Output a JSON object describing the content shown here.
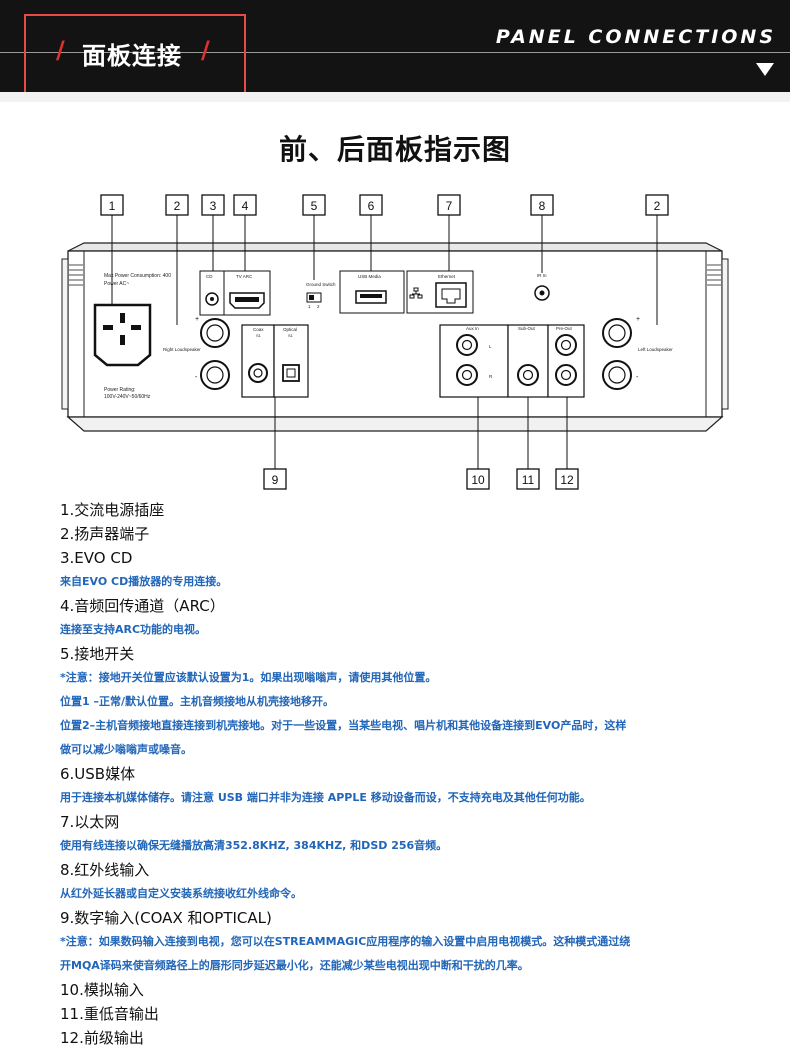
{
  "header": {
    "title_cn": "面板连接",
    "title_en": "PANEL CONNECTIONS",
    "slash": "/"
  },
  "main_title": "前、后面板指示图",
  "diagram": {
    "callouts": {
      "c1": "1",
      "c2a": "2",
      "c3": "3",
      "c4": "4",
      "c5": "5",
      "c6": "6",
      "c7": "7",
      "c8": "8",
      "c2b": "2",
      "c9": "9",
      "c10": "10",
      "c11": "11",
      "c12": "12"
    },
    "panel_labels": {
      "power_consumption": "Max Power Consumption: 400",
      "power_ac": "Power AC~",
      "cd": "CD",
      "tv_arc": "TV ARC",
      "ground_switch": "Ground Switch",
      "gs_1": "1",
      "gs_2": "2",
      "usb_media": "USB Media",
      "ethernet": "Ethernet",
      "ir_in": "IR In",
      "right_loudspeaker": "Right Loudspeaker",
      "left_loudspeaker": "Left Loudspeaker",
      "plus": "+",
      "minus": "-",
      "coax": "Coax",
      "coax_num": "S1",
      "optical": "Optical",
      "optical_num": "S1",
      "aux_in": "Aux In",
      "aux_l": "L",
      "aux_r": "R",
      "sub_out": "Sub-Out",
      "pre_out": "Pre-Out",
      "power_rating": "Power Rating:",
      "power_rating_val": "100V-240V~50/60Hz"
    }
  },
  "items": [
    {
      "kind": "h",
      "text": "1.交流电源插座"
    },
    {
      "kind": "h",
      "text": "2.扬声器端子"
    },
    {
      "kind": "h",
      "text": "3.EVO CD"
    },
    {
      "kind": "d",
      "text": "来自EVO CD播放器的专用连接。"
    },
    {
      "kind": "h",
      "text": "4.音频回传通道（ARC）"
    },
    {
      "kind": "d",
      "text": "连接至支持ARC功能的电视。"
    },
    {
      "kind": "h",
      "text": "5.接地开关"
    },
    {
      "kind": "d",
      "text": "*注意：接地开关位置应该默认设置为1。如果出现嗡嗡声，请使用其他位置。"
    },
    {
      "kind": "d",
      "text": "位置1 –正常/默认位置。主机音频接地从机壳接地移开。"
    },
    {
      "kind": "d",
      "text": "位置2–主机音频接地直接连接到机壳接地。对于一些设置，当某些电视、唱片机和其他设备连接到EVO产品时，这样"
    },
    {
      "kind": "d",
      "text": "做可以减少嗡嗡声或噪音。"
    },
    {
      "kind": "h",
      "text": "6.USB媒体"
    },
    {
      "kind": "d",
      "text": "用于连接本机媒体储存。请注意 USB 端口并非为连接 APPLE 移动设备而设，不支持充电及其他任何功能。"
    },
    {
      "kind": "h",
      "text": "7.以太网"
    },
    {
      "kind": "d",
      "text": "使用有线连接以确保无缝播放高清352.8KHZ, 384KHZ, 和DSD 256音频。"
    },
    {
      "kind": "h",
      "text": "8.红外线输入"
    },
    {
      "kind": "d",
      "text": "从红外延长器或自定义安装系统接收红外线命令。"
    },
    {
      "kind": "h",
      "text": "9.数字输入(COAX 和OPTICAL)"
    },
    {
      "kind": "d",
      "text": "*注意：如果数码输入连接到电视，您可以在STREAMMAGIC应用程序的输入设置中启用电视模式。这种模式通过绕"
    },
    {
      "kind": "d",
      "text": "开MQA译码来使音频路径上的唇形同步延迟最小化，还能减少某些电视出现中断和干扰的几率。"
    },
    {
      "kind": "h",
      "text": "10.模拟输入"
    },
    {
      "kind": "h",
      "text": "11.重低音输出"
    },
    {
      "kind": "h",
      "text": "12.前级输出"
    }
  ],
  "colors": {
    "header_bg": "#131313",
    "accent_red": "#e0312f",
    "desc_blue": "#2166b8"
  }
}
